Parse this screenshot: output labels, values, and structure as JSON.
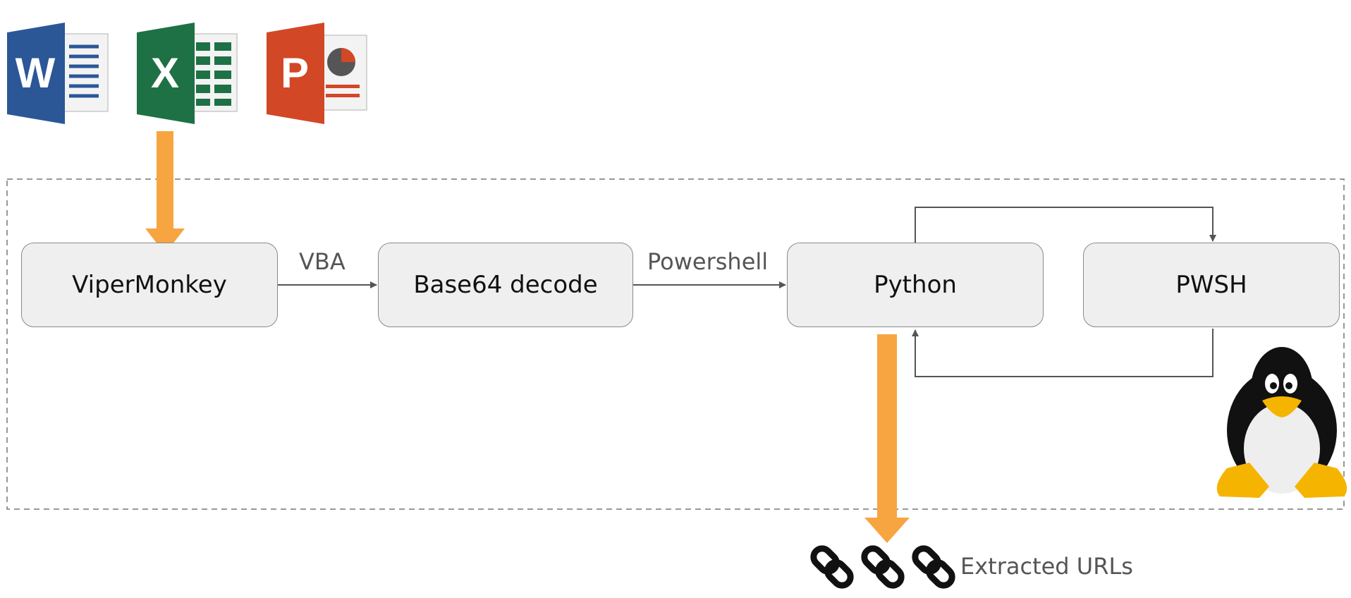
{
  "nodes": {
    "vipermonkey": "ViperMonkey",
    "base64": "Base64 decode",
    "python": "Python",
    "pwsh": "PWSH"
  },
  "edges": {
    "vba": "VBA",
    "powershell": "Powershell"
  },
  "output": {
    "label": "Extracted URLs"
  },
  "icons": {
    "word": {
      "letter": "W",
      "color": "#2b5797"
    },
    "excel": {
      "letter": "X",
      "color": "#1e7145"
    },
    "powerpoint": {
      "letter": "P",
      "color": "#d24726"
    },
    "linux": "tux-penguin-icon",
    "links": "chain-link-icon"
  },
  "colors": {
    "accent_arrow": "#f7a541",
    "box_fill": "#efefef",
    "box_border": "#8a8a8a",
    "edge": "#555555"
  }
}
